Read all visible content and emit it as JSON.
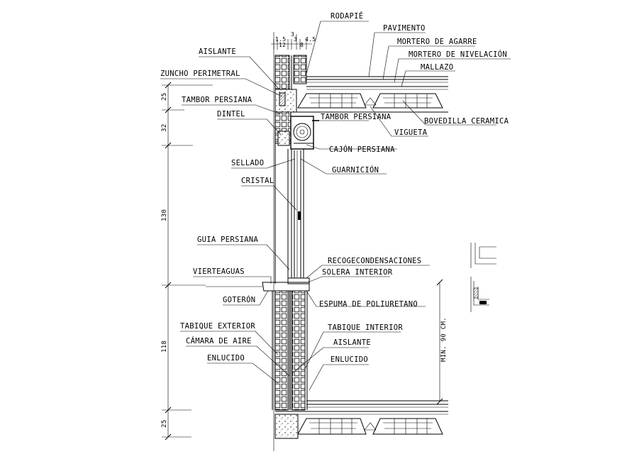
{
  "labels": {
    "rodapie": "RODAPIÉ",
    "pavimento": "PAVIMENTO",
    "mortero_agarre": "MORTERO DE AGARRE",
    "mortero_nivelacion": "MORTERO DE NIVELACIÓN",
    "mallazo": "MALLAZO",
    "aislante_top": "AISLANTE",
    "zuncho_perimetral": "ZUNCHO PERIMETRAL",
    "tambor_persiana_left": "TAMBOR PERSIANA",
    "dintel": "DINTEL",
    "tambor_persiana_right": "TAMBOR PERSIANA",
    "bovedilla_ceramica": "BOVEDILLA CERAMICA",
    "vigueta": "VIGUETA",
    "cajon_persiana": "CAJÓN PERSIANA",
    "sellado": "SELLADO",
    "guarnicion": "GUARNICIÓN",
    "cristal": "CRISTAL",
    "guia_persiana": "GUIA PERSIANA",
    "recogecondensaciones": "RECOGECONDENSACIONES",
    "vierteaguas": "VIERTEAGUAS",
    "solera_interior": "SOLERA INTERIOR",
    "goteron": "GOTERÓN",
    "espuma_poliuretano": "ESPUMA DE POLIURETANO",
    "tabique_exterior": "TABIQUE EXTERIOR",
    "tabique_interior": "TABIQUE INTERIOR",
    "camara_aire": "CÁMARA DE AIRE",
    "aislante_bottom": "AISLANTE",
    "enlucido_left": "ENLUCIDO",
    "enlucido_right": "ENLUCIDO"
  },
  "dimensions": {
    "top": [
      "1.5",
      "12",
      "3",
      "3",
      "8",
      "4.5"
    ],
    "vertical": [
      "25",
      "32",
      "130",
      "118",
      "25"
    ],
    "min_height": "MIN. 90 CM."
  }
}
